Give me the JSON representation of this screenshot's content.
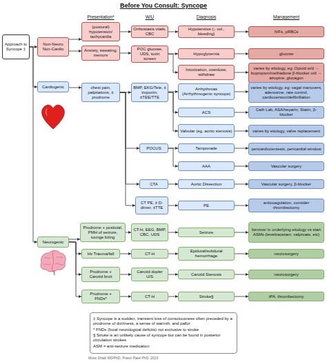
{
  "diagram": {
    "title": "Before You Consult: Syncope",
    "nodes": [
      {
        "text": [
          "Approach to Syncope ‡"
        ]
      },
      {
        "text": [
          "Non-Neuro Non-Cardio"
        ]
      },
      {
        "text": [
          "(postural) hypotension/ tachycardia"
        ]
      },
      {
        "text": [
          "Orthostasis vitals, CBC"
        ]
      },
      {
        "text": [
          "Hypotensive (↓ vol., bleeding)"
        ]
      },
      {
        "text": [
          "IVFs, pRBCs"
        ]
      },
      {
        "text": [
          "Anxiety, sweating, tremors"
        ]
      },
      {
        "text": [
          "POC glucose, UDS, toxin screen"
        ]
      },
      {
        "text": [
          "Hypoglycemia"
        ]
      },
      {
        "text": [
          "glucose"
        ]
      },
      {
        "text": [
          "Intoxication, overdose, withdraw"
        ]
      },
      {
        "text": [
          "varies by etiology, eg; Opioid w/d → bupropion/methadone β-blocker o/d → atropine, glucagon"
        ]
      },
      {
        "text": [
          "Cardiogenic"
        ]
      },
      {
        "text": [
          "chest pain, palpitations, ± prodrome"
        ]
      },
      {
        "text": [
          "BMP, EKG/Tele, ± troponin, ±TEE/TTE"
        ]
      },
      {
        "text": [
          "Arrhythmias (Arrhythmogenic syncope)"
        ]
      },
      {
        "text": [
          "varies by etiology, eg: vagal manuvers, adenosine, rate control, cardioversion/defibrillation"
        ]
      },
      {
        "text": [
          "ACS"
        ]
      },
      {
        "text": [
          "Cath Lab, ASA/heparin, Statin, β-blocker"
        ]
      },
      {
        "text": [
          "Valvular (eg. aortic stenosis)"
        ]
      },
      {
        "text": [
          "varies by etiology, valve replacement"
        ]
      },
      {
        "text": [
          "POCUS"
        ]
      },
      {
        "text": [
          "Tamponade"
        ]
      },
      {
        "text": [
          "pericardiocentesis, pericardial window"
        ]
      },
      {
        "text": [
          "AAA"
        ]
      },
      {
        "text": [
          "Vascular surgery"
        ]
      },
      {
        "text": [
          "CTA"
        ]
      },
      {
        "text": [
          "Aortic Dissection"
        ]
      },
      {
        "text": [
          "Vascular surgery, β-blocker"
        ]
      },
      {
        "text": [
          "CT PE, ± D-dimer, ±TTE"
        ]
      },
      {
        "text": [
          "PE"
        ]
      },
      {
        "text": [
          "anticoagulation, consider thrombectomy"
        ]
      },
      {
        "text": [
          "Neurogenic"
        ]
      },
      {
        "text": [
          "Prodrome + postictal, PMH of seizure, tounge biting"
        ]
      },
      {
        "text": [
          "CT-H, EEG, BMP, CBC, UDS"
        ]
      },
      {
        "text": [
          "Seizure"
        ]
      },
      {
        "text": [
          "benzos/ tx underlying etiology vs start ASMs (levetiracetam, valproate, etc)"
        ]
      },
      {
        "text": [
          "Hx Trauma/fall"
        ]
      },
      {
        "text": [
          "CT-H"
        ]
      },
      {
        "text": [
          "Epidural/subdural hemorrhage"
        ]
      },
      {
        "text": [
          "neurosurgery"
        ]
      },
      {
        "text": [
          "Prodrome + Carotid bruit"
        ]
      },
      {
        "text": [
          "Carotid dopler U/S"
        ]
      },
      {
        "text": [
          "Carotid Stenosis"
        ]
      },
      {
        "text": [
          "neurosurgery"
        ]
      },
      {
        "text": [
          "Prodrome + FNDs*"
        ]
      },
      {
        "text": [
          "CT-H"
        ]
      },
      {
        "text": [
          "Stroke§"
        ]
      },
      {
        "text": [
          "tPA, thrombectomy"
        ]
      },
      {
        "text": [
          "‡ Syncope is a sudden, transient loss of consciousness often preceded by a prodrome of dizziness, a sense of warmth, and pallor",
          "* FNDs (focal neurological deficits) not exclusive to stroke",
          "§ Stroke is an unlikely cause of syncope but can be found in posterior circulation strokes",
          "ASM = anti-seizure medication"
        ]
      }
    ],
    "edges": [
      {
        "from": 0,
        "to": 1,
        "arrow": "to"
      },
      {
        "from": 0,
        "to": 12,
        "arrow": "to"
      },
      {
        "from": 0,
        "to": 32,
        "arrow": "to"
      },
      {
        "from": 1,
        "to": 2,
        "arrow": "to"
      },
      {
        "from": 1,
        "to": 6,
        "arrow": "to"
      },
      {
        "from": 2,
        "to": 3,
        "arrow": "to"
      },
      {
        "from": 3,
        "to": 4,
        "arrow": "to"
      },
      {
        "from": 4,
        "to": 5,
        "arrow": "to"
      },
      {
        "from": 6,
        "to": 7,
        "arrow": "to"
      },
      {
        "from": 7,
        "to": 8,
        "arrow": "to"
      },
      {
        "from": 8,
        "to": 9,
        "arrow": "to"
      },
      {
        "from": 7,
        "to": 10,
        "arrow": "to"
      },
      {
        "from": 10,
        "to": 11,
        "arrow": "to"
      },
      {
        "from": 12,
        "to": 13,
        "arrow": "to"
      },
      {
        "from": 13,
        "to": 14,
        "arrow": "to"
      },
      {
        "from": 13,
        "to": 21,
        "arrow": "to"
      },
      {
        "from": 13,
        "to": 26,
        "arrow": "to"
      },
      {
        "from": 13,
        "to": 29,
        "arrow": "to"
      },
      {
        "from": 14,
        "to": 15,
        "arrow": "to"
      },
      {
        "from": 14,
        "to": 17,
        "arrow": "to"
      },
      {
        "from": 14,
        "to": 19,
        "arrow": "to"
      },
      {
        "from": 15,
        "to": 16,
        "arrow": "to"
      },
      {
        "from": 17,
        "to": 18,
        "arrow": "to"
      },
      {
        "from": 19,
        "to": 20,
        "arrow": "to"
      },
      {
        "from": 21,
        "to": 22,
        "arrow": "to"
      },
      {
        "from": 21,
        "to": 24,
        "arrow": "to"
      },
      {
        "from": 22,
        "to": 23,
        "arrow": "to"
      },
      {
        "from": 24,
        "to": 25,
        "arrow": "to"
      },
      {
        "from": 26,
        "to": 27,
        "arrow": "to"
      },
      {
        "from": 27,
        "to": 28,
        "arrow": "to"
      },
      {
        "from": 29,
        "to": 30,
        "arrow": "to"
      },
      {
        "from": 30,
        "to": 31,
        "arrow": "to"
      },
      {
        "from": 32,
        "to": 33,
        "arrow": "to"
      },
      {
        "from": 32,
        "to": 37,
        "arrow": "to"
      },
      {
        "from": 32,
        "to": 41,
        "arrow": "to"
      },
      {
        "from": 32,
        "to": 45,
        "arrow": "to"
      },
      {
        "from": 33,
        "to": 34,
        "arrow": "to"
      },
      {
        "from": 34,
        "to": 35,
        "arrow": "to"
      },
      {
        "from": 35,
        "to": 36,
        "arrow": "to"
      },
      {
        "from": 37,
        "to": 38,
        "arrow": "to"
      },
      {
        "from": 38,
        "to": 39,
        "arrow": "to"
      },
      {
        "from": 39,
        "to": 40,
        "arrow": "to"
      },
      {
        "from": 41,
        "to": 42,
        "arrow": "to"
      },
      {
        "from": 42,
        "to": 43,
        "arrow": "to"
      },
      {
        "from": 43,
        "to": 44,
        "arrow": "to"
      },
      {
        "from": 45,
        "to": 46,
        "arrow": "to"
      },
      {
        "from": 46,
        "to": 47,
        "arrow": "to"
      },
      {
        "from": 47,
        "to": 48,
        "arrow": "to"
      }
    ],
    "labels": [
      "Presentation*",
      "W/U",
      "Diagnosis",
      "Management",
      "Moos Shaik MD/PhD, Pravin Patel PhD, 2023"
    ]
  }
}
